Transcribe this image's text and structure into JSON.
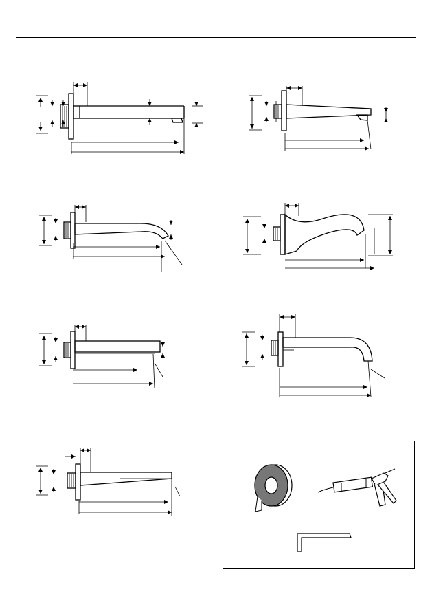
{
  "page": {
    "figures": [
      {
        "id": "spout-square-long"
      },
      {
        "id": "spout-tapered"
      },
      {
        "id": "spout-curved"
      },
      {
        "id": "spout-classic-wave"
      },
      {
        "id": "spout-rectangular"
      },
      {
        "id": "spout-round-bent"
      },
      {
        "id": "spout-slim-flat"
      }
    ],
    "tools": [
      {
        "id": "ptfe-tape",
        "icon": "tape-roll-icon"
      },
      {
        "id": "sealant-gun",
        "icon": "caulking-gun-icon"
      },
      {
        "id": "hex-key",
        "icon": "allen-key-icon"
      }
    ]
  }
}
